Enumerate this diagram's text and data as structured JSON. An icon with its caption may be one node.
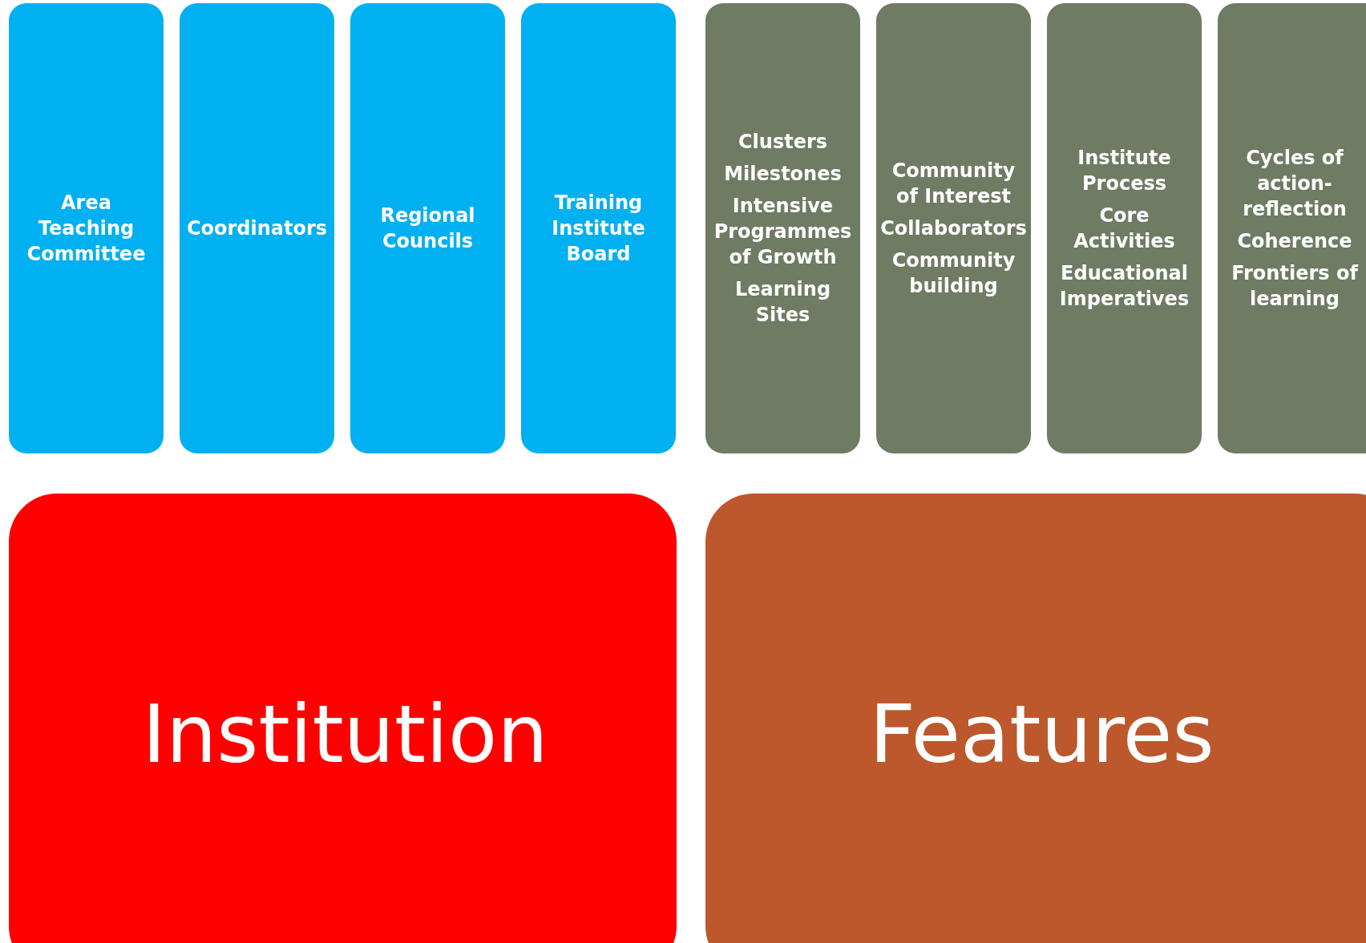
{
  "diagram": {
    "nodes": [
      {
        "text": [
          "Area Teaching Committee"
        ]
      },
      {
        "text": [
          "Coordinators"
        ]
      },
      {
        "text": [
          "Regional Councils"
        ]
      },
      {
        "text": [
          "Training Institute Board"
        ]
      },
      {
        "text": [
          "Clusters",
          "Milestones",
          "Intensive Programmes of Growth",
          "Learning Sites"
        ]
      },
      {
        "text": [
          "Community of Interest",
          "Collaborators",
          "Community building"
        ]
      },
      {
        "text": [
          "Institute Process",
          "Core Activities",
          "Educational Imperatives"
        ]
      },
      {
        "text": [
          "Cycles of action-reflection",
          "Coherence",
          "Frontiers of learning"
        ]
      },
      {
        "text": [
          "Institution"
        ]
      },
      {
        "text": [
          "Features"
        ]
      }
    ]
  }
}
